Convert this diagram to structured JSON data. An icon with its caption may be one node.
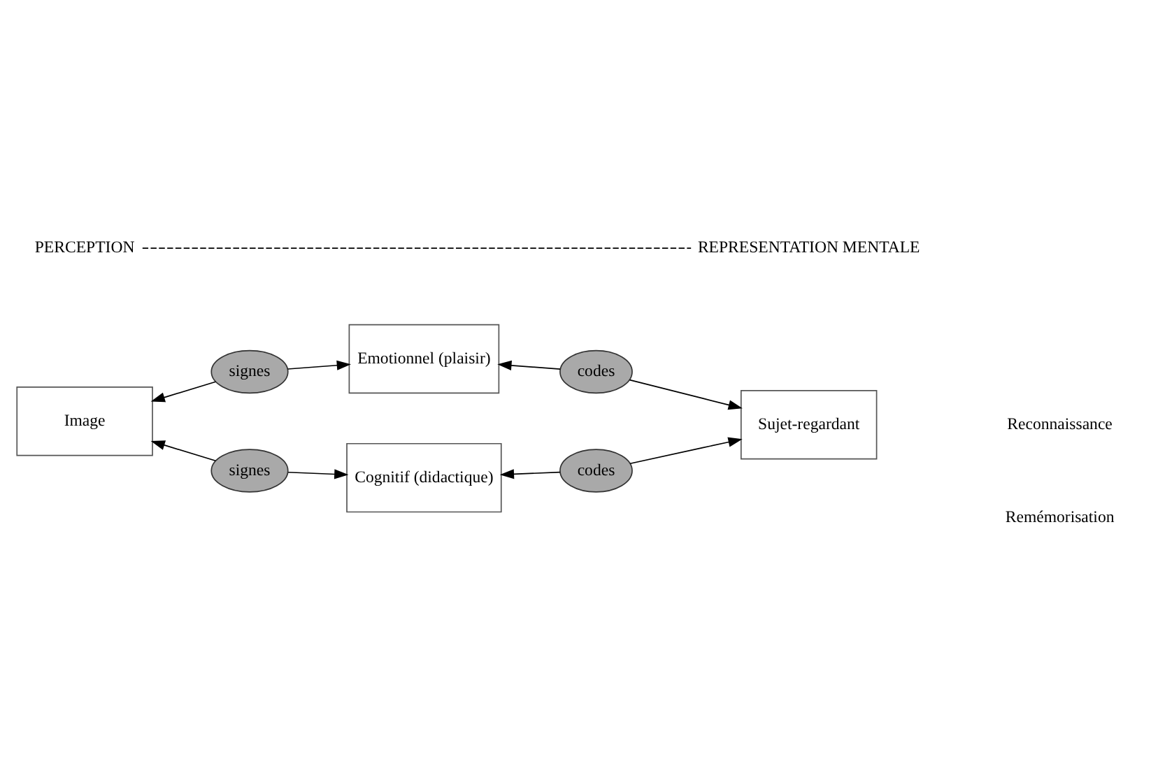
{
  "diagram": {
    "nodes": [
      {
        "text": [
          "Emotionnel (plaisir)"
        ]
      },
      {
        "text": [
          "signes"
        ]
      },
      {
        "text": [
          "codes"
        ]
      },
      {
        "text": [
          "Image"
        ]
      },
      {
        "text": [
          "Sujet-regardant"
        ]
      },
      {
        "text": [
          "signes"
        ]
      },
      {
        "text": [
          "Cognitif (didactique)"
        ]
      },
      {
        "text": [
          "codes"
        ]
      },
      {
        "text": [
          "PERCEPTION"
        ]
      },
      {
        "text": [
          "REPRESENTATION MENTALE"
        ]
      }
    ],
    "edges": [
      {
        "from": 1,
        "to": 0,
        "arrow": "to"
      },
      {
        "from": 2,
        "to": 0,
        "arrow": "to"
      },
      {
        "from": 1,
        "to": 3,
        "arrow": "to"
      },
      {
        "from": 2,
        "to": 4,
        "arrow": "to"
      },
      {
        "from": 5,
        "to": 3,
        "arrow": "to"
      },
      {
        "from": 7,
        "to": 4,
        "arrow": "to"
      },
      {
        "from": 5,
        "to": 6,
        "arrow": "to"
      },
      {
        "from": 7,
        "to": 6,
        "arrow": "to"
      },
      {
        "from": 8,
        "to": 9,
        "arrow": "none",
        "style": "dashed"
      }
    ],
    "labels": [
      "Reconnaissance",
      "Remémorisation"
    ]
  }
}
